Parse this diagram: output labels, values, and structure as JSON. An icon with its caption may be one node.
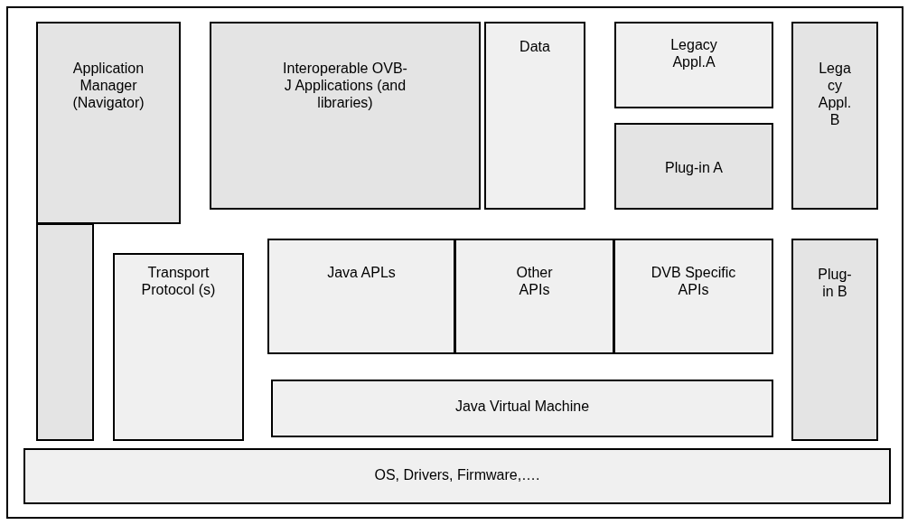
{
  "diagram": {
    "nodes": [
      {
        "text": [
          "Application Manager (Navigator)"
        ]
      },
      {
        "text": [
          "Interoperable OVB-J Applications (and libraries)"
        ]
      },
      {
        "text": [
          "Data"
        ]
      },
      {
        "text": [
          "Legacy Appl.A"
        ]
      },
      {
        "text": [
          "Lega cy Appl. B"
        ]
      },
      {
        "text": [
          "Plug-in A"
        ]
      },
      {
        "text": [],
        "shape": "box"
      },
      {
        "text": [
          "Transport Protocol (s)"
        ]
      },
      {
        "text": [
          "Java APLs"
        ]
      },
      {
        "text": [
          "Other APIs"
        ]
      },
      {
        "text": [
          "DVB Specific APIs"
        ]
      },
      {
        "text": [
          "Plug- in B"
        ]
      },
      {
        "text": [
          "Java Virtual Machine"
        ]
      },
      {
        "text": [
          "OS, Drivers, Firmware,…."
        ]
      }
    ],
    "edges": []
  }
}
